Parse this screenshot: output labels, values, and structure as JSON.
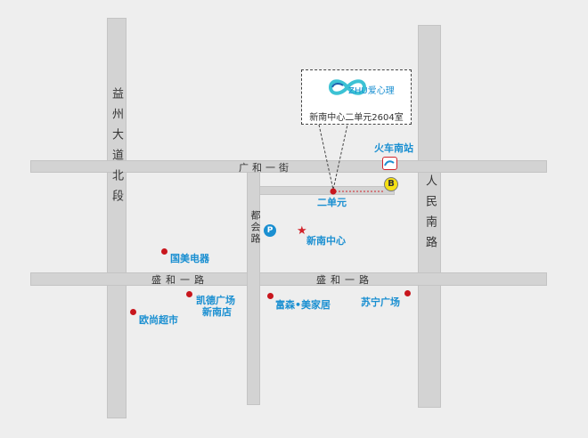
{
  "roads": {
    "yizhou": "益州大道北段",
    "renmin_south": "人民南路",
    "guanghe": "广和一街",
    "shenghe_left": "盛和一路",
    "shenghe_right": "盛和一路",
    "duhui": "都会路"
  },
  "callout": {
    "logo_text": "ZHU爱心理",
    "address": "新南中心二单元2604室"
  },
  "pois": {
    "train_station": "火车南站",
    "bus_stop": "B",
    "unit2": "二单元",
    "parking": "P",
    "xinnan_center": "新南中心",
    "gome": "国美电器",
    "kaide_line1": "凯德广场",
    "kaide_line2": "新南店",
    "oushang": "欧尚超市",
    "fusen": "富森•美家居",
    "suning": "苏宁广场"
  },
  "colors": {
    "poi_label": "#1a8fd1",
    "dot": "#c8161d",
    "road": "#d3d3d3"
  }
}
